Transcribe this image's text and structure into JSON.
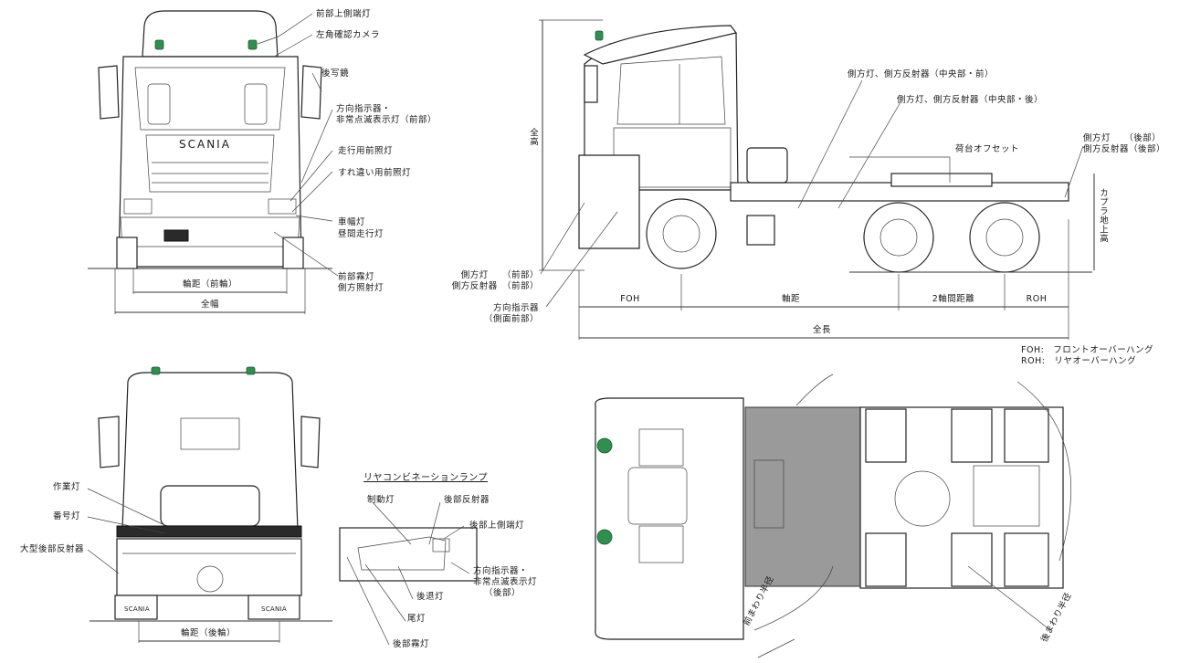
{
  "front_view": {
    "labels": [
      "前部上側端灯",
      "左角確認カメラ",
      "後写鏡",
      "方向指示器・",
      "非常点滅表示灯（前部）",
      "走行用前照灯",
      "すれ違い用前照灯",
      "車幅灯",
      "昼間走行灯",
      "前部霧灯",
      "側方照射灯"
    ],
    "brand": "SCANIA",
    "dim_tread": "輪距（前輪）",
    "dim_width": "全幅"
  },
  "side_view": {
    "labels": [
      "側方灯、側方反射器（中央部・前）",
      "側方灯、側方反射器（中央部・後）",
      "荷台オフセット",
      "側方灯　　（後部）",
      "側方反射器（後部）",
      "側方灯　　（前部）",
      "側方反射器　（前部）",
      "方向指示器",
      "（側面前部）"
    ],
    "height_label": "全高",
    "coupler_label": "カプラ地上高",
    "dims": [
      "FOH",
      "軸距",
      "2軸間距離",
      "ROH"
    ],
    "dim_length": "全長",
    "legend": [
      "FOH:　フロントオーバーハング",
      "ROH:　リヤオーバーハング"
    ]
  },
  "rear_view": {
    "labels": [
      "作業灯",
      "番号灯",
      "大型後部反射器"
    ],
    "dim_tread": "輪距（後輪）",
    "mudflap_text": "SCANIA"
  },
  "rear_combination": {
    "title": "リヤコンビネーションランプ",
    "labels": [
      "制動灯",
      "後部反射器",
      "後部上側端灯",
      "方向指示器・",
      "非常点滅表示灯",
      "（後部）",
      "後退灯",
      "尾灯",
      "後部霧灯"
    ]
  },
  "top_view": {
    "labels": [
      "前まわり半径",
      "後まわり半径"
    ]
  },
  "colors": {
    "lamp": "#2f8f4e",
    "cargo": "#9a9a9a",
    "line": "#333333"
  }
}
